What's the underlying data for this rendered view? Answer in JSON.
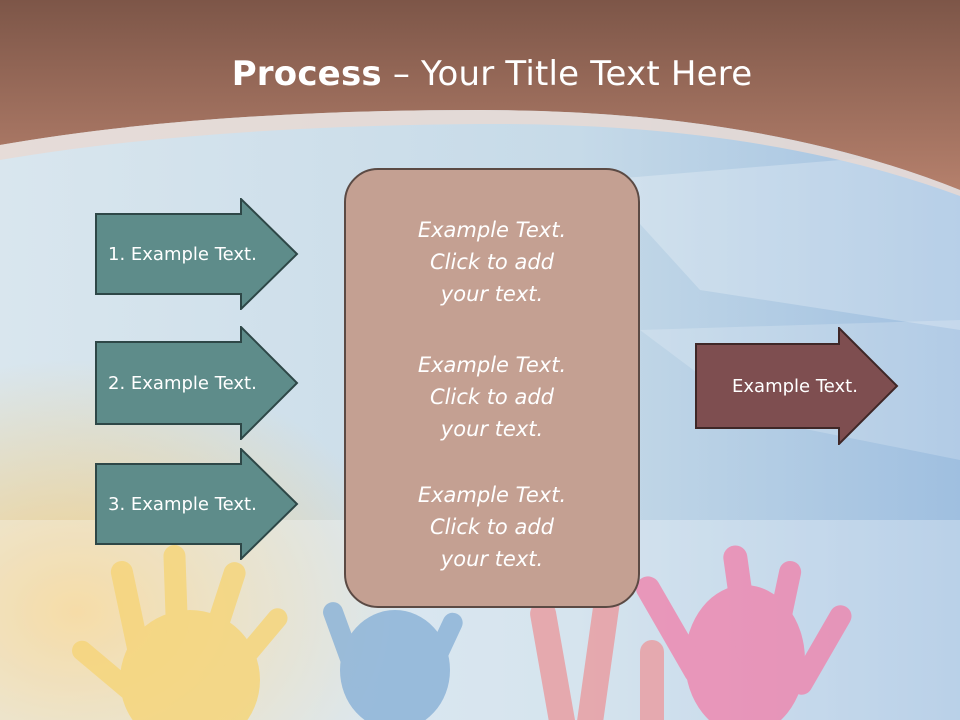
{
  "title": {
    "bold": "Process",
    "rest": " – Your Title Text Here"
  },
  "steps": [
    {
      "label": "1. Example Text."
    },
    {
      "label": "2. Example Text."
    },
    {
      "label": "3. Example Text."
    }
  ],
  "center_panel": {
    "blocks": [
      {
        "line1": "Example Text.",
        "line2": "Click  to add",
        "line3": "your text."
      },
      {
        "line1": "Example Text.",
        "line2": "Click  to add",
        "line3": "your text."
      },
      {
        "line1": "Example Text.",
        "line2": "Click  to add",
        "line3": "your text."
      }
    ]
  },
  "result": {
    "label": "Example Text."
  },
  "colors": {
    "header_band": "#9c6553",
    "step_arrow_fill": "#5e8c8a",
    "panel_fill": "#c4a092",
    "result_arrow_fill": "#7e4e50"
  }
}
